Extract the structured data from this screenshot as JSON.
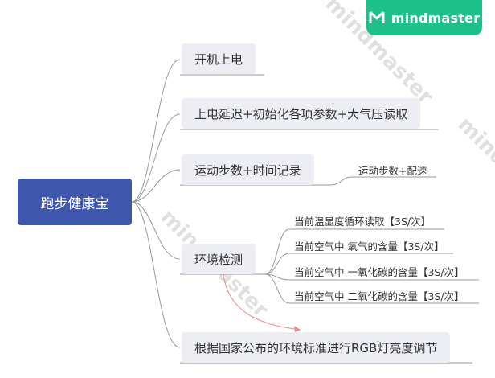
{
  "brand": {
    "name": "mindmaster",
    "color": "#1ec08a",
    "icon": "mindmaster-logo-icon"
  },
  "watermark": "mindmaster",
  "root": {
    "label": "跑步健康宝",
    "color": "#3f56ad"
  },
  "topics": [
    {
      "id": "t1",
      "label": "开机上电"
    },
    {
      "id": "t2",
      "label": "上电延迟+初始化各项参数+大气压读取"
    },
    {
      "id": "t3",
      "label": "运动步数+时间记录",
      "children": [
        "运动步数+配速"
      ]
    },
    {
      "id": "t4",
      "label": "环境检测",
      "children": [
        "当前温显度循环读取【3S/次】",
        "当前空气中 氧气的含量【3S/次】",
        "当前空气中 一氧化碳的含量【3S/次】",
        "当前空气中 二氧化碳的含量【3S/次】"
      ]
    },
    {
      "id": "t5",
      "label": "根据国家公布的环境标准进行RGB灯亮度调节"
    }
  ],
  "relationship": {
    "from": "环境检测",
    "to": "根据国家公布的环境标准进行RGB灯亮度调节",
    "color": "#f08a8a"
  },
  "colors": {
    "topic_bg": "#eceef4",
    "line": "#9a9a9a"
  }
}
